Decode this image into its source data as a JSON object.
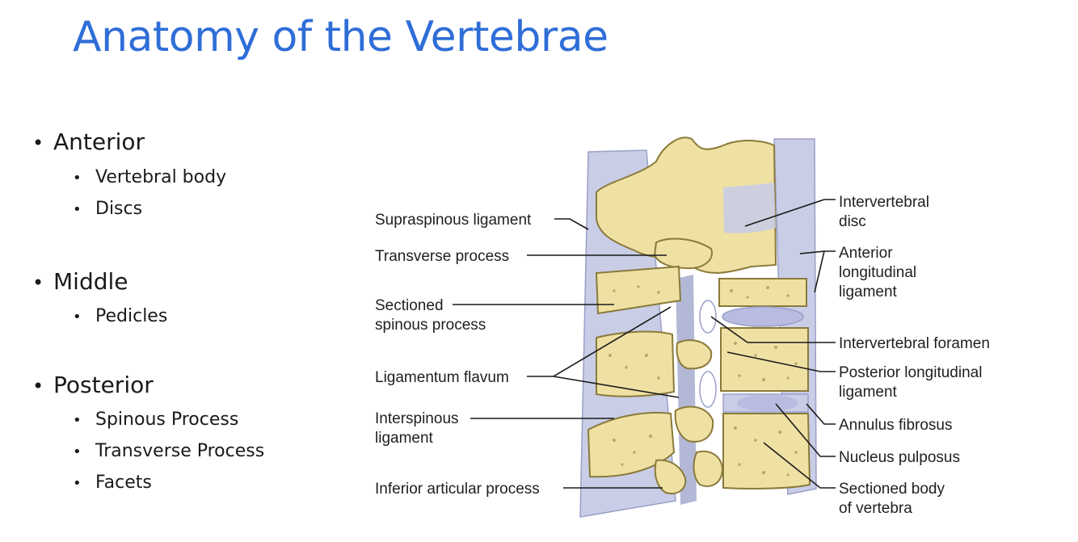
{
  "title": "Anatomy of the Vertebrae",
  "bullet_glyph": "•",
  "sections": [
    {
      "title": "Anterior",
      "items": [
        "Vertebral body",
        "Discs"
      ]
    },
    {
      "title": "Middle",
      "items": [
        "Pedicles"
      ]
    },
    {
      "title": "Posterior",
      "items": [
        "Spinous Process",
        "Transverse Process",
        "Facets"
      ]
    }
  ],
  "diagram": {
    "left_labels": {
      "supraspinous": "Supraspinous ligament",
      "transverse": "Transverse process",
      "sectioned_spinous_1": "Sectioned",
      "sectioned_spinous_2": "spinous process",
      "flavum": "Ligamentum flavum",
      "interspinous_1": "Interspinous",
      "interspinous_2": "ligament",
      "inferior_articular": "Inferior articular process"
    },
    "right_labels": {
      "disc_1": "Intervertebral",
      "disc_2": "disc",
      "anterior_1": "Anterior",
      "anterior_2": "longitudinal",
      "anterior_3": "ligament",
      "foramen": "Intervertebral foramen",
      "posterior_1": "Posterior longitudinal",
      "posterior_2": "ligament",
      "annulus": "Annulus fibrosus",
      "nucleus": "Nucleus pulposus",
      "sectioned_body_1": "Sectioned body",
      "sectioned_body_2": "of vertebra"
    },
    "colors": {
      "bone": "#efe1a4",
      "bone_edge": "#8a7a3a",
      "ligament": "#c9cde6",
      "ligament_dark": "#9aa0c8",
      "disc_core": "#b8bce0"
    }
  }
}
